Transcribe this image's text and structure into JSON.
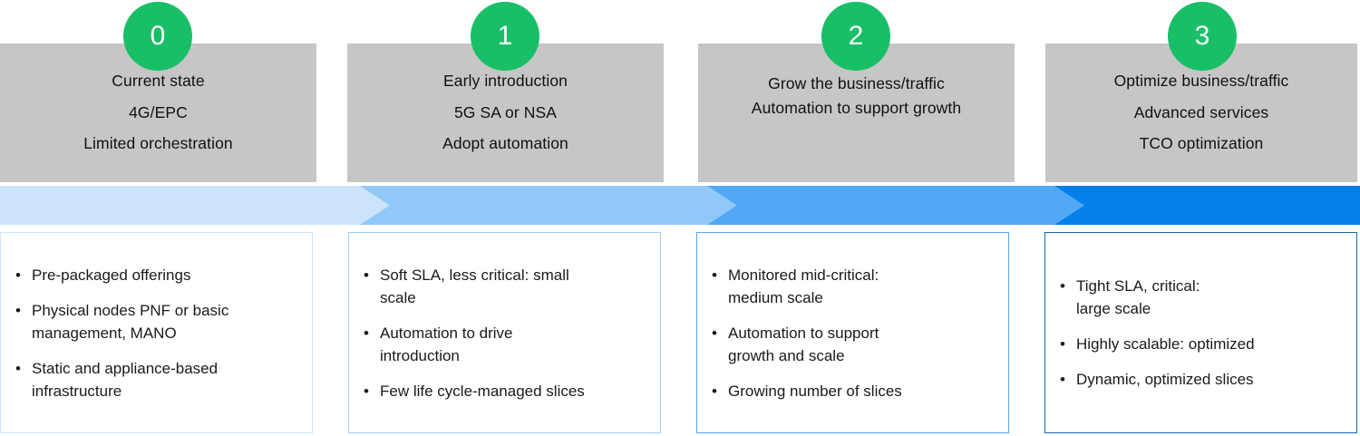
{
  "diagram": {
    "title": "5G network slicing maturity stages",
    "colors": {
      "badge_green": "#18bf67",
      "header_gray": "#c6c6c6",
      "band_stage_0": "#cce4fa",
      "band_stage_1": "#90c8f8",
      "band_stage_2": "#51a8f5",
      "band_stage_3": "#0580ea",
      "panel_border_0": "#cfe4f7",
      "panel_border_1": "#9fcdf3",
      "panel_border_2": "#51a8f5",
      "panel_border_3": "#1368b8",
      "text_dark": "#1a1a1a"
    },
    "bullet_glyph": "•"
  },
  "stages": [
    {
      "number": "0",
      "header_lines": [
        "Current  state",
        "4G/EPC",
        "Limited orchestration"
      ],
      "bullets": [
        "Pre-packaged offerings",
        "Physical nodes PNF or basic\nmanagement, MANO",
        "Static and appliance-based\ninfrastructure"
      ]
    },
    {
      "number": "1",
      "header_lines": [
        "Early introduction",
        "5G SA or NSA",
        "Adopt automation"
      ],
      "bullets": [
        "Soft SLA, less critical: small\nscale",
        "Automation to drive\nintroduction",
        "Few life cycle-managed slices"
      ]
    },
    {
      "number": "2",
      "header_lines": [
        "Grow the business/traffic",
        "Automation to support growth"
      ],
      "bullets": [
        "Monitored mid-critical:\nmedium scale",
        "Automation to support\ngrowth and scale",
        "Growing number of slices"
      ]
    },
    {
      "number": "3",
      "header_lines": [
        "Optimize  business/traffic",
        "Advanced  services",
        "TCO optimization"
      ],
      "bullets": [
        "Tight SLA, critical:\nlarge scale",
        "Highly scalable: optimized",
        "Dynamic, optimized slices"
      ]
    }
  ]
}
